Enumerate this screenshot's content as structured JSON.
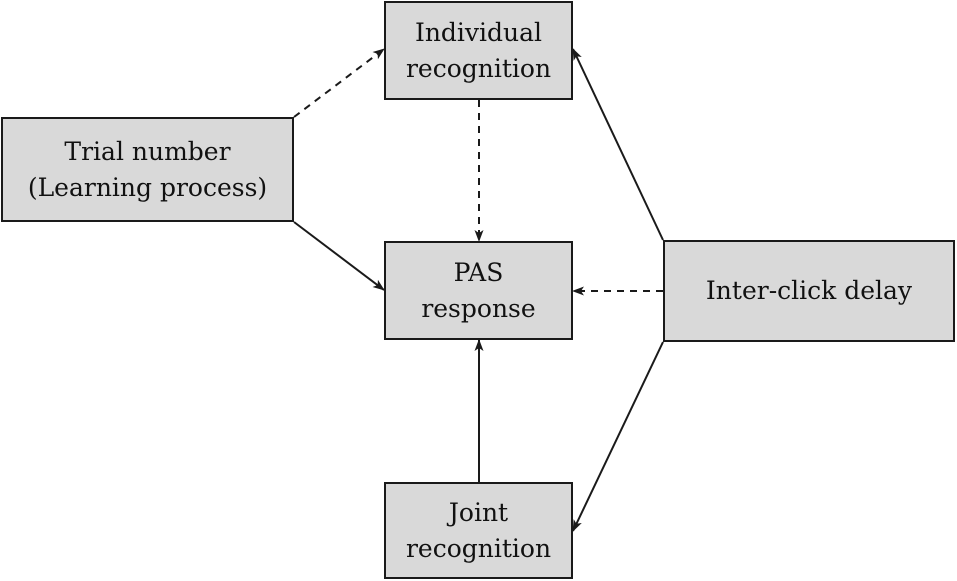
{
  "nodes": {
    "individual_recognition": {
      "lines": [
        "Individual",
        "recognition"
      ]
    },
    "trial_number": {
      "lines": [
        "Trial number",
        "(Learning process)"
      ]
    },
    "pas_response": {
      "lines": [
        "PAS",
        "response"
      ]
    },
    "inter_click_delay": {
      "lines": [
        "Inter-click delay"
      ]
    },
    "joint_recognition": {
      "lines": [
        "Joint",
        "recognition"
      ]
    }
  },
  "edges": [
    {
      "from": "trial_number",
      "to": "individual_recognition",
      "style": "dashed"
    },
    {
      "from": "trial_number",
      "to": "pas_response",
      "style": "solid"
    },
    {
      "from": "individual_recognition",
      "to": "pas_response",
      "style": "dashed"
    },
    {
      "from": "inter_click_delay",
      "to": "individual_recognition",
      "style": "solid"
    },
    {
      "from": "inter_click_delay",
      "to": "pas_response",
      "style": "dashed"
    },
    {
      "from": "inter_click_delay",
      "to": "joint_recognition",
      "style": "solid"
    },
    {
      "from": "joint_recognition",
      "to": "pas_response",
      "style": "solid"
    }
  ],
  "colors": {
    "node_fill": "#d9d9d9",
    "stroke": "#1a1a1a"
  }
}
